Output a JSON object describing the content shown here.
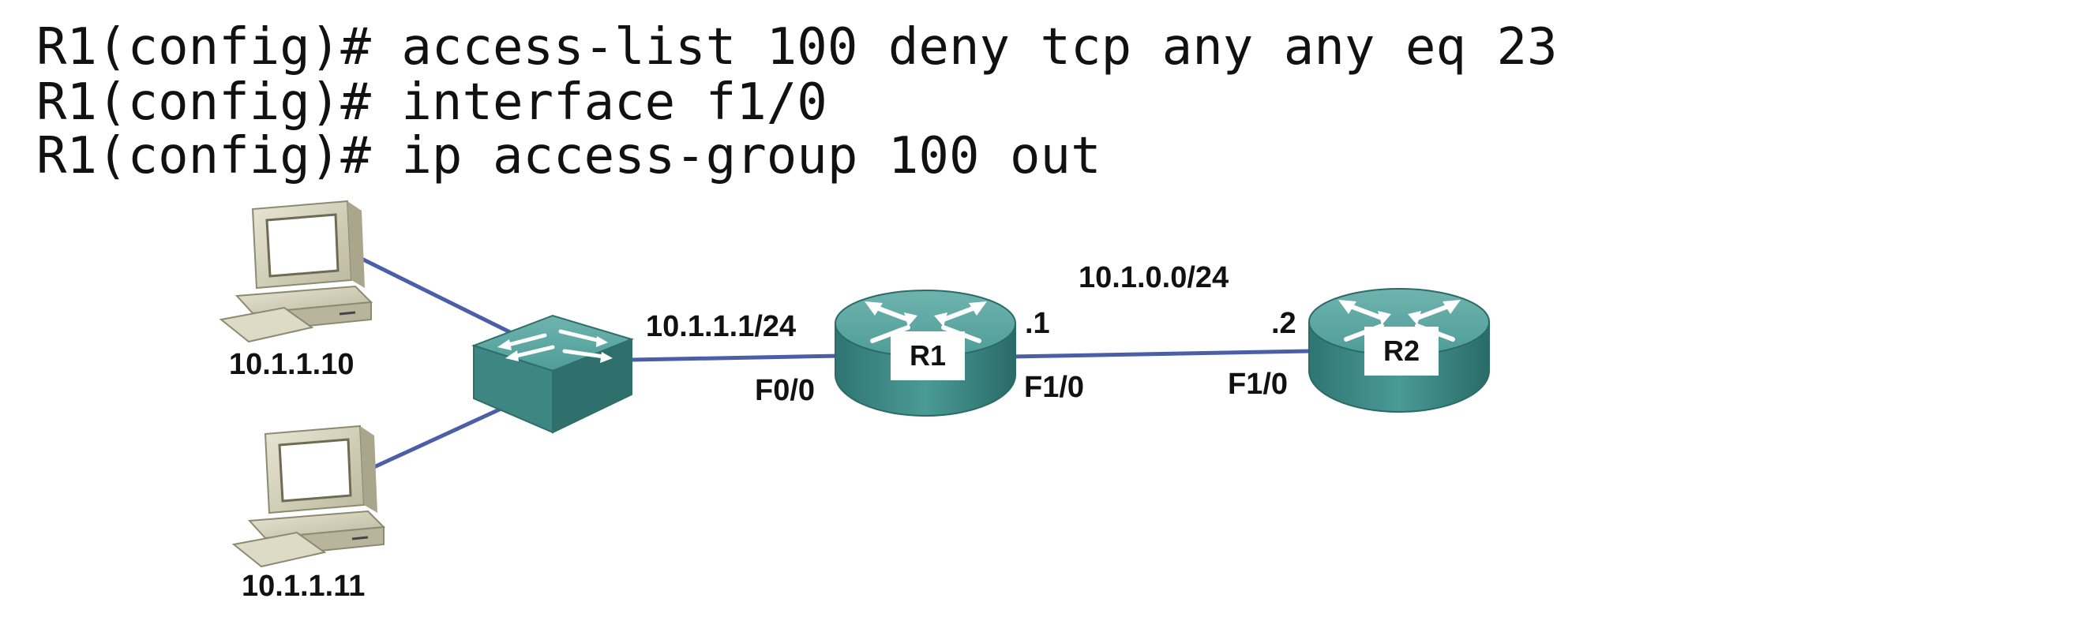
{
  "cli": {
    "lines": [
      "R1(config)# access-list 100 deny tcp any any eq 23",
      "R1(config)# interface f1/0",
      "R1(config)# ip access-group 100 out"
    ]
  },
  "topology": {
    "hosts": [
      {
        "ip": "10.1.1.10"
      },
      {
        "ip": "10.1.1.11"
      }
    ],
    "r1": {
      "name": "R1",
      "lan_subnet": "10.1.1.1/24",
      "if_lan": "F0/0",
      "if_wan": "F1/0",
      "wan_host_octet": ".1"
    },
    "r2": {
      "name": "R2",
      "if_wan": "F1/0",
      "wan_host_octet": ".2"
    },
    "wan_subnet": "10.1.0.0/24"
  },
  "colors": {
    "link": "#4a5fa8",
    "router": "#3f8f8c",
    "switch": "#3f8f8c",
    "pc": "#d8d6bf"
  }
}
